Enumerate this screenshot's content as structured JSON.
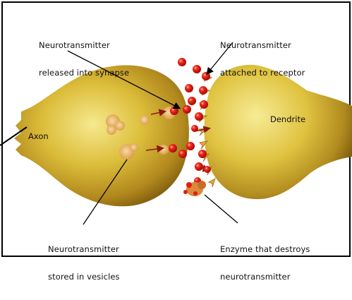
{
  "labels": {
    "released_line1": "Neurotransmitter",
    "released_line2": "released into synapse",
    "attached_line1": "Neurotransmitter",
    "attached_line2": "attached to receptor",
    "axon": "Axon",
    "dendrite": "Dendrite",
    "stored_line1": "Neurotransmitter",
    "stored_line2": "stored in vesicles",
    "enzyme_line1": "Enzyme that destroys",
    "enzyme_line2": "neurotransmitter"
  },
  "colors": {
    "neuron_light": "#f3e27a",
    "neuron_mid": "#d8b52c",
    "neuron_dark": "#8e6510",
    "neurotransmitter": "#e51b12",
    "receptor": "#e0a84a",
    "enzyme": "#d98a3a",
    "outline": "#000000"
  }
}
